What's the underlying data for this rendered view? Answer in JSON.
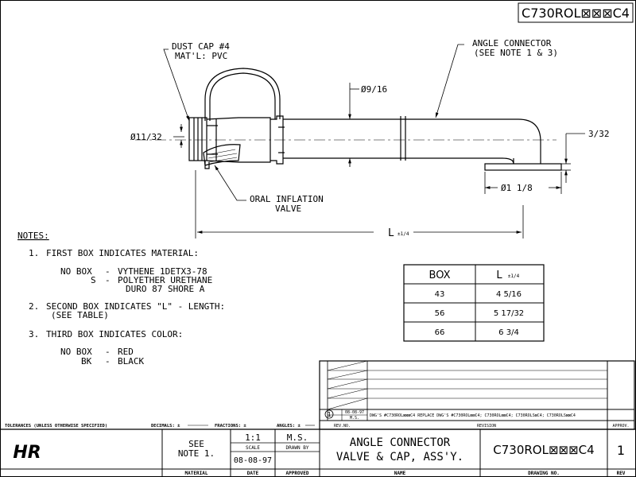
{
  "drawing_number_header": "C730ROL⊠⊠⊠C4",
  "callouts": {
    "dust_cap_line1": "DUST CAP #4",
    "dust_cap_line2": "MAT'L: PVC",
    "angle_connector_line1": "ANGLE CONNECTOR",
    "angle_connector_line2": "(SEE NOTE 1 & 3)",
    "oral_valve_line1": "ORAL INFLATION",
    "oral_valve_line2": "VALVE"
  },
  "dimensions": {
    "dia_9_16": "Ø9/16",
    "dia_11_32": "Ø11/32",
    "thk_3_32": "3/32",
    "dia_1_1_8": "Ø1 1/8",
    "length_label": "L",
    "length_tol": "±1/4"
  },
  "notes": {
    "heading": "NOTES:",
    "n1_num": "1.",
    "n1_text": "FIRST BOX INDICATES MATERIAL:",
    "n1_a_key": "NO BOX",
    "n1_a_dash": "-",
    "n1_a_val": "VYTHENE 1DETX3-78",
    "n1_b_key": "S",
    "n1_b_dash": "-",
    "n1_b_val": "POLYETHER URETHANE",
    "n1_b_val2": "DURO 87 SHORE A",
    "n2_num": "2.",
    "n2_text": "SECOND BOX INDICATES \"L\" - LENGTH:",
    "n2_text2": "(SEE TABLE)",
    "n3_num": "3.",
    "n3_text": "THIRD BOX INDICATES COLOR:",
    "n3_a_key": "NO BOX",
    "n3_a_dash": "-",
    "n3_a_val": "RED",
    "n3_b_key": "BK",
    "n3_b_dash": "-",
    "n3_b_val": "BLACK"
  },
  "length_table": {
    "header_box": "BOX",
    "header_l": "L",
    "header_l_tol": "±1/4",
    "rows": [
      {
        "box": "43",
        "l": "4 5/16"
      },
      {
        "box": "56",
        "l": "5 17/32"
      },
      {
        "box": "66",
        "l": "6 3/4"
      }
    ]
  },
  "revision_block": {
    "rev1_num": "1",
    "rev1_date": "08-08-97",
    "rev1_by": "M.S.",
    "rev1_text": "DWG'S #C730ROL⊠⊠⊠C4 REPLACE DWG'S #C730ROL⊠⊠C4; C730ROL⊠⊠C4; C730ROLS⊠C4; C730ROLS⊠⊠C4",
    "col_rev_no": "REV.NO.",
    "col_revision": "REVISION",
    "col_approv": "APPROV."
  },
  "title_block": {
    "tolerances": "TOLERANCES (UNLESS OTHERWISE SPECIFIED)",
    "decimals": "DECIMALS: ±",
    "fractions": "FRACTIONS: ±",
    "angles": "ANGLES: ±",
    "logo": "HR",
    "material_line1": "SEE",
    "material_line2": "NOTE 1.",
    "scale_value": "1:1",
    "scale_label": "SCALE",
    "date_value": "08-08-97",
    "drawn_by_value": "M.S.",
    "drawn_by_label": "DRAWN BY",
    "name_line1": "ANGLE CONNECTOR",
    "name_line2": "VALVE & CAP, ASS'Y.",
    "drawing_no_value": "C730ROL⊠⊠⊠C4",
    "rev_value": "1",
    "label_material": "MATERIAL",
    "label_date": "DATE",
    "label_approved": "APPROVED",
    "label_name": "NAME",
    "label_drawing_no": "DRAWING NO.",
    "label_rev": "REV"
  }
}
